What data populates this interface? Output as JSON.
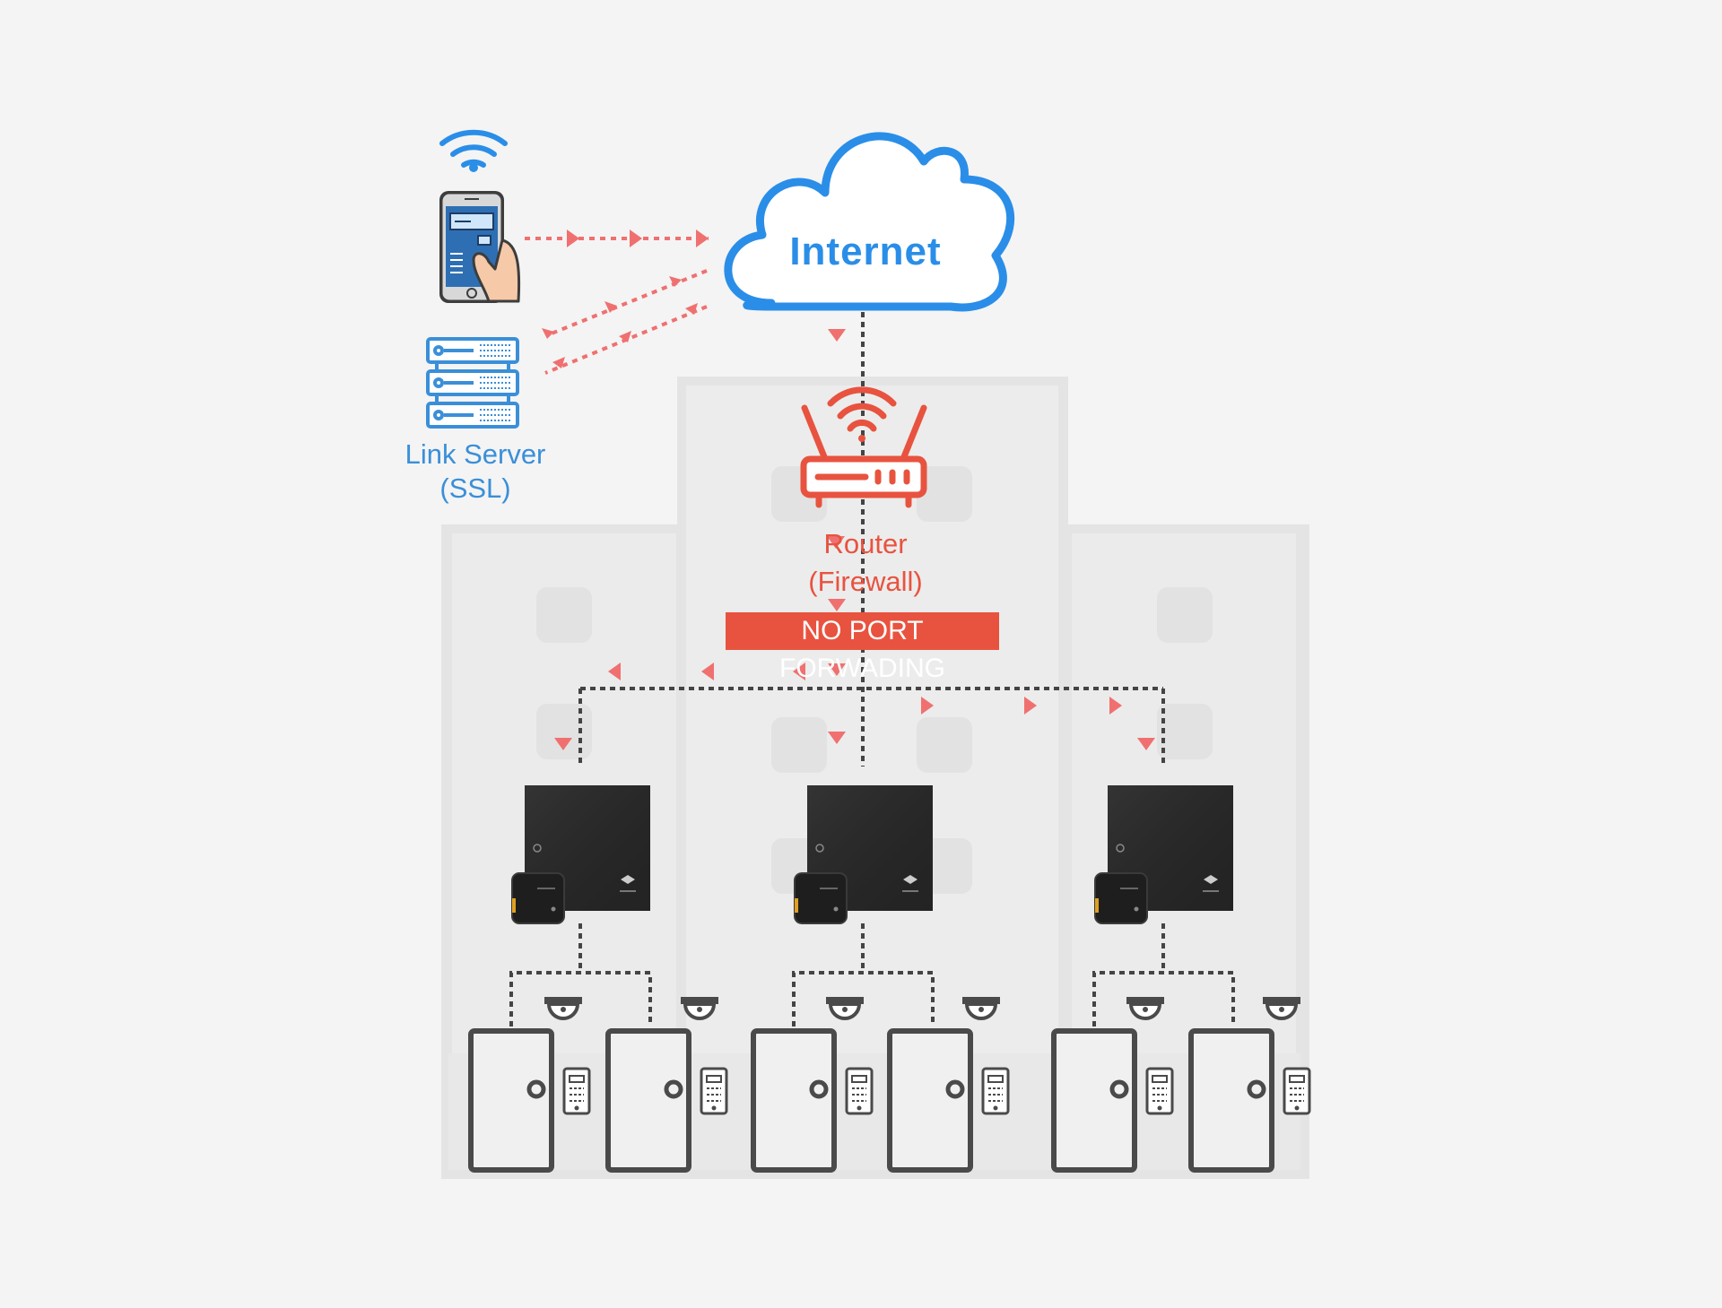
{
  "cloud": {
    "label": "Internet"
  },
  "server": {
    "label_line1": "Link Server",
    "label_line2": "(SSL)"
  },
  "router": {
    "label_line1": "Router",
    "label_line2": "(Firewall)"
  },
  "badge": {
    "label": "NO PORT FORWADING"
  },
  "colors": {
    "background": "#f4f4f4",
    "building": "#e6e6e6",
    "cloud": "#2a8ee8",
    "server": "#3a8fd8",
    "router": "#e8533f",
    "flow_arrow": "#f07070",
    "wire": "#444444",
    "controller": "#2a2a2a",
    "door": "#4a4a4a"
  },
  "icons": {
    "cloud": "cloud-icon",
    "server": "server-rack-icon",
    "phone": "smartphone-in-hand-icon",
    "wifi": "wifi-icon",
    "router": "wifi-router-icon",
    "controller": "access-controller-icon",
    "camera": "dome-camera-icon",
    "door": "door-icon",
    "keypad": "keypad-reader-icon"
  },
  "controllers": [
    {
      "id": "left",
      "doors": 2
    },
    {
      "id": "center",
      "doors": 2
    },
    {
      "id": "right",
      "doors": 2
    }
  ]
}
